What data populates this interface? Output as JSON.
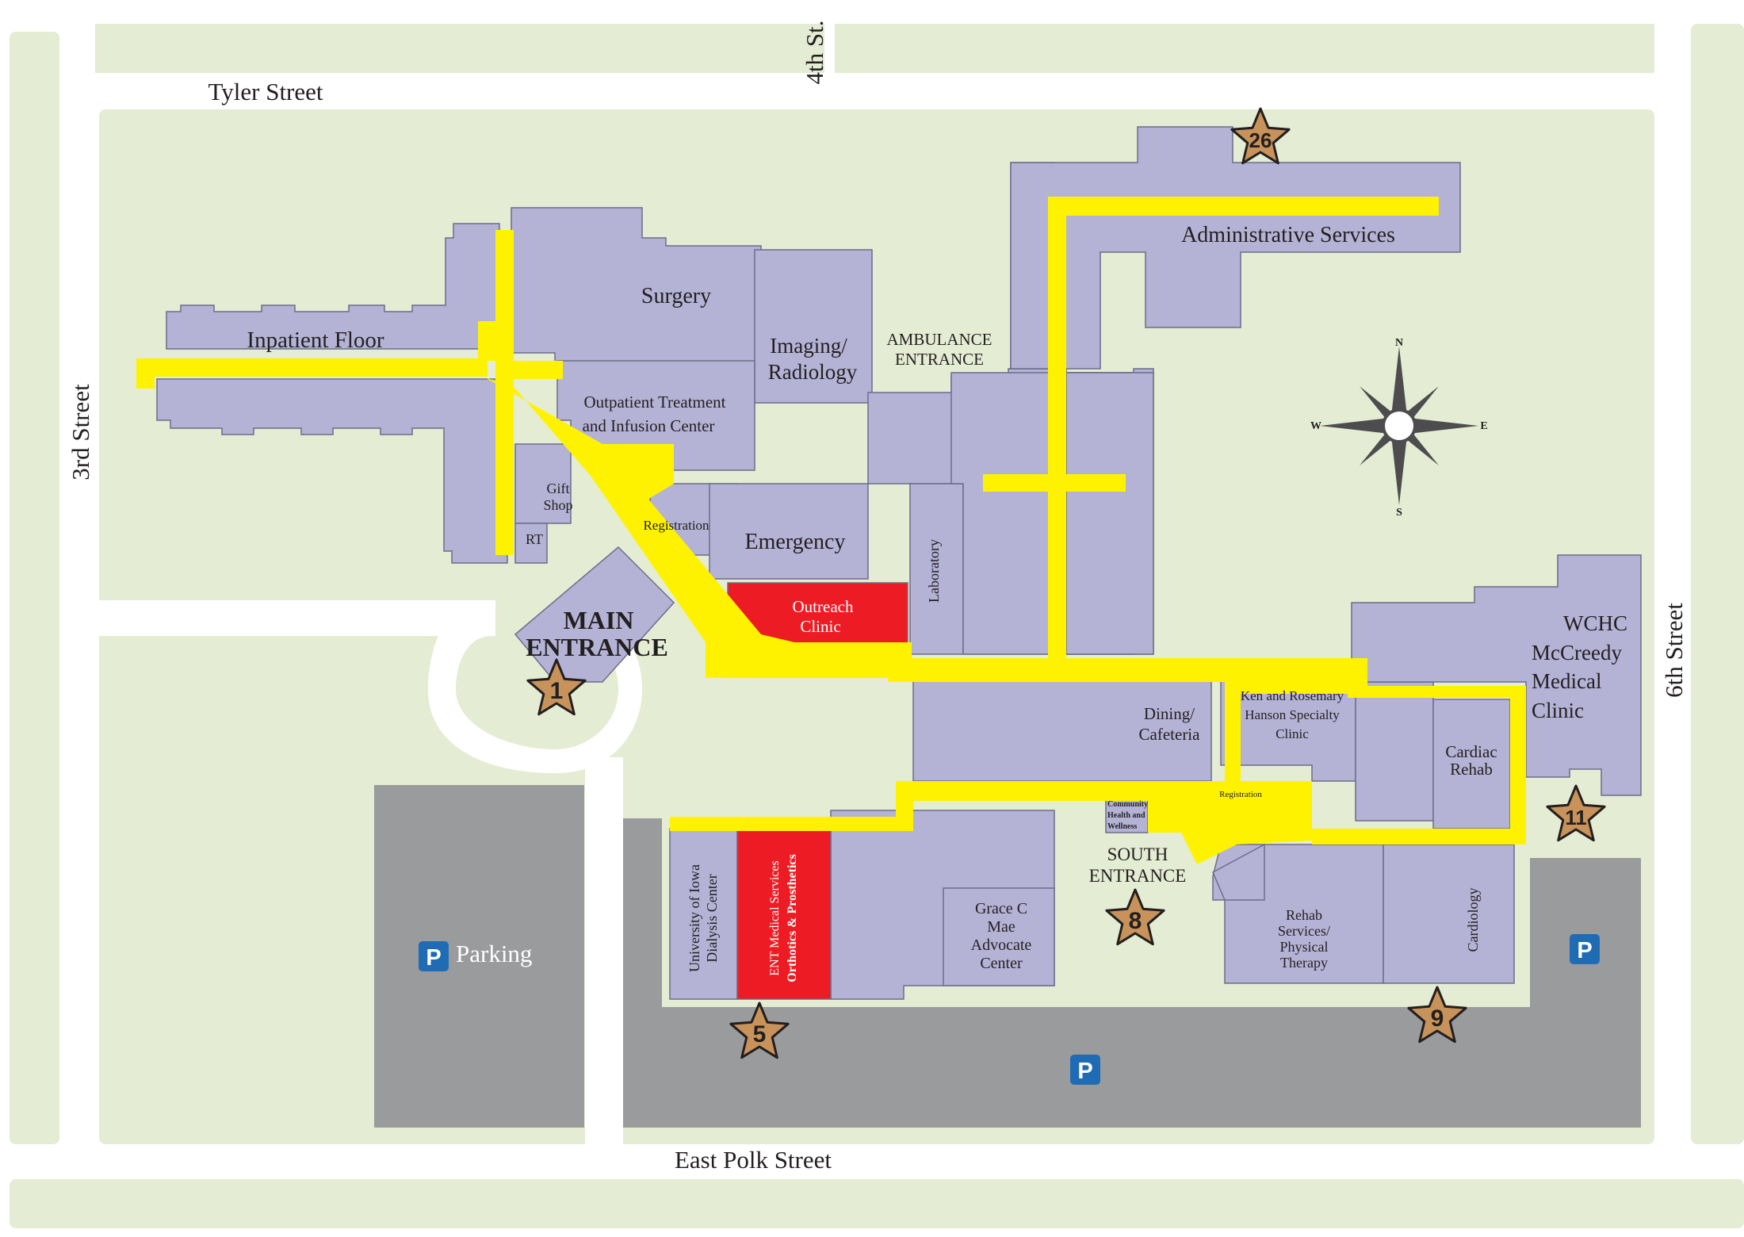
{
  "streets": {
    "north": "Tyler Street",
    "south": "East Polk Street",
    "west": "3rd Street",
    "east": "6th Street",
    "center": "4th St."
  },
  "buildings": {
    "inpatient": "Inpatient Floor",
    "surgery": "Surgery",
    "imaging_1": "Imaging/",
    "imaging_2": "Radiology",
    "ambulance_1": "AMBULANCE",
    "ambulance_2": "ENTRANCE",
    "outpatient_1": "Outpatient Treatment",
    "outpatient_2": "and Infusion Center",
    "gift_1": "Gift",
    "gift_2": "Shop",
    "rt": "RT",
    "registration_main": "Registration",
    "emergency": "Emergency",
    "laboratory": "Laboratory",
    "outreach_1": "Outreach",
    "outreach_2": "Clinic",
    "main_entrance_1": "MAIN",
    "main_entrance_2": "ENTRANCE",
    "admin": "Administrative Services",
    "dining_1": "Dining/",
    "dining_2": "Cafeteria",
    "hanson_1": "Ken and Rosemary",
    "hanson_2": "Hanson Specialty",
    "hanson_3": "Clinic",
    "cardiac_1": "Cardiac",
    "cardiac_2": "Rehab",
    "wchc_1": "WCHC",
    "wchc_2": "McCreedy",
    "wchc_3": "Medical",
    "wchc_4": "Clinic",
    "community_1": "Community",
    "community_2": "Health and",
    "community_3": "Wellness",
    "registration_south": "Registration",
    "south_entrance_1": "SOUTH",
    "south_entrance_2": "ENTRANCE",
    "dialysis_1": "University of Iowa",
    "dialysis_2": "Dialysis Center",
    "ent_1": "ENT Medical Services",
    "ent_2": "Orthotics & Prosthetics",
    "grace_1": "Grace C",
    "grace_2": "Mae",
    "grace_3": "Advocate",
    "grace_4": "Center",
    "rehab_1": "Rehab",
    "rehab_2": "Services/",
    "rehab_3": "Physical",
    "rehab_4": "Therapy",
    "cardiology": "Cardiology"
  },
  "parking": {
    "label": "Parking",
    "icon_letter": "P"
  },
  "compass": {
    "n": "N",
    "s": "S",
    "e": "E",
    "w": "W"
  },
  "stars": [
    "1",
    "5",
    "8",
    "9",
    "11",
    "26"
  ],
  "colors": {
    "grass": "#e4ecd3",
    "building": "#b4b3d6",
    "building_stroke": "#6d6d8a",
    "hallway": "#fff200",
    "highlight": "#ed1c24",
    "parking": "#9a9b9d",
    "star": "#c8935a",
    "parking_icon": "#1f6cb5"
  }
}
